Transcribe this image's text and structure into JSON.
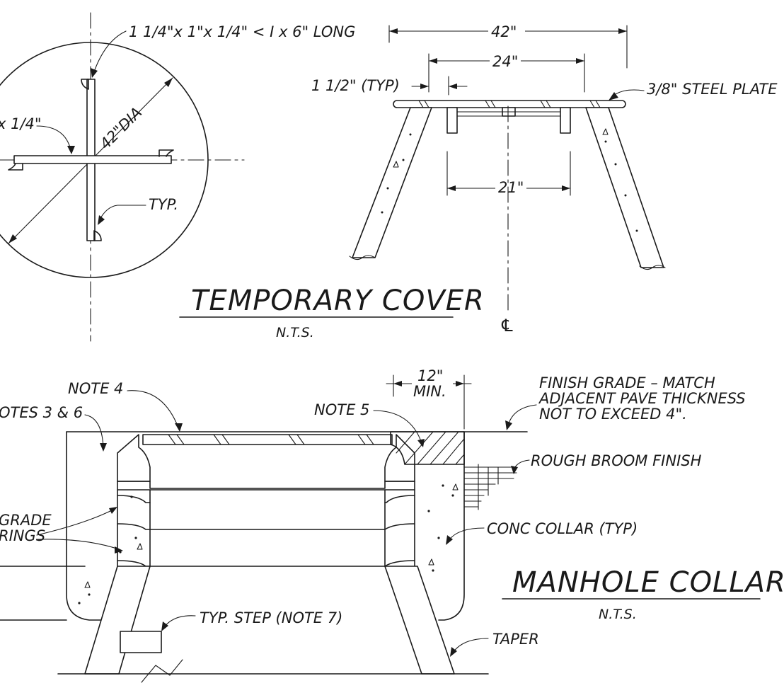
{
  "plan_view": {
    "label_angle": "1 1/4\"x 1\"x 1/4\" < I x 6\" LONG",
    "label_partial": "x 1/4\"",
    "label_dia": "42\"DIA",
    "label_typ": "TYP."
  },
  "elevation_view": {
    "dim_42": "42\"",
    "dim_24": "24\"",
    "dim_21": "21\"",
    "label_typ_dim": "1 1/2\" (TYP)",
    "label_plate": "3/8\" STEEL PLATE",
    "centerline_symbol": "℄"
  },
  "temporary_cover": {
    "title": "TEMPORARY COVER",
    "scale": "N.T.S."
  },
  "manhole_section": {
    "note_4": "NOTE 4",
    "notes_3_6": "OTES 3 & 6",
    "note_5": "NOTE 5",
    "dim_12_top": "12\"",
    "dim_12_bottom": "MIN.",
    "finish_grade_1": "FINISH GRADE – MATCH",
    "finish_grade_2": "ADJACENT PAVE THICKNESS",
    "finish_grade_3": "NOT TO EXCEED 4\".",
    "rough_broom": "ROUGH BROOM FINISH",
    "grade_rings_1": "GRADE",
    "grade_rings_2": "RINGS",
    "conc_collar": "CONC COLLAR (TYP)",
    "typ_step": "TYP. STEP (NOTE 7)",
    "taper": "TAPER"
  },
  "manhole_collar": {
    "title": "MANHOLE COLLAR",
    "scale": "N.T.S."
  }
}
